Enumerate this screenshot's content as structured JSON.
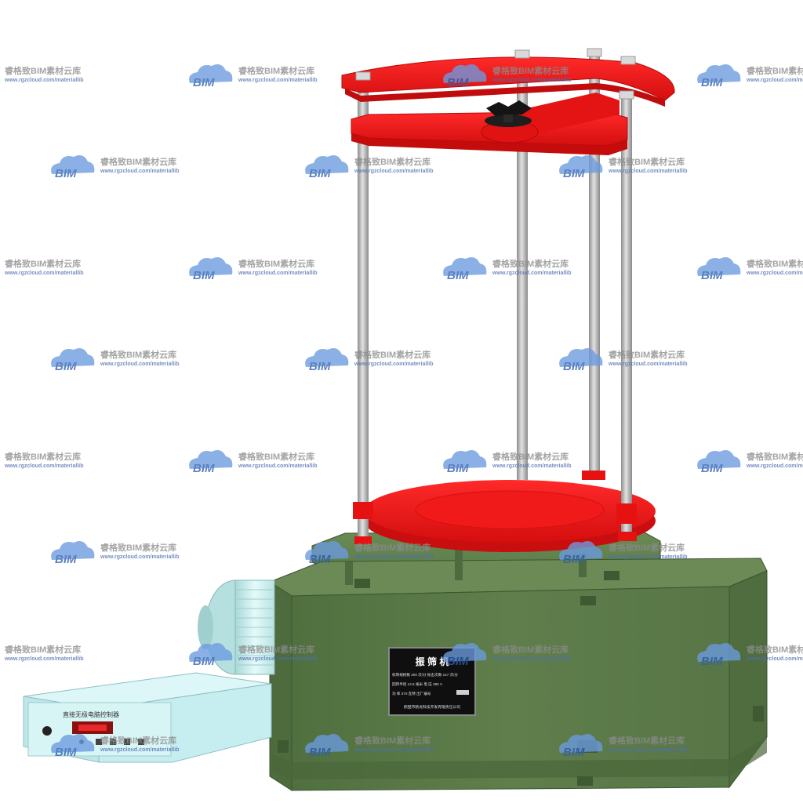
{
  "watermark": {
    "bim": "BIM",
    "brand": "睿格致BIM素材云库",
    "url": "www.rgzcloud.com/materiallib"
  },
  "controller": {
    "title": "直接无极电脑控制器"
  },
  "nameplate": {
    "title": "振 筛 机",
    "line1": "标筛规格数 200 次/分   振击次数 147 次/分",
    "line2": "回转半径  12.5 毫米   电  压  380 V",
    "line3": "功  率  370 瓦特    出厂编号",
    "line4": "鹤壁市鹤龙科技开发有限责任公司"
  },
  "colors": {
    "frame_red": "#ee1111",
    "body_green": "#5c7a4a",
    "rod_gray": "#b5b5b5",
    "motor": "#cfeeee",
    "controller": "#c8eef0"
  }
}
